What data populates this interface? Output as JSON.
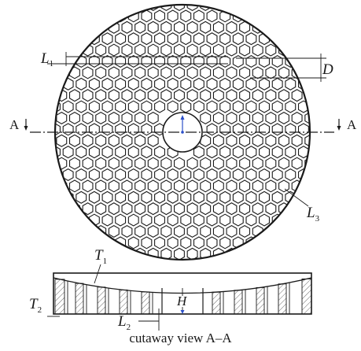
{
  "labels": {
    "L1_main": "L",
    "L1_sub": "1",
    "D": "D",
    "L3_main": "L",
    "L3_sub": "3",
    "section_left": "A",
    "section_right": "A",
    "T1_main": "T",
    "T1_sub": "1",
    "T2_main": "T",
    "T2_sub": "2",
    "H": "H",
    "L2_main": "L",
    "L2_sub": "2"
  },
  "caption": "cutaway view A–A",
  "colors": {
    "line": "#1a1a1a",
    "center_axis": "#2b4fc9",
    "hatch": "#444444"
  }
}
